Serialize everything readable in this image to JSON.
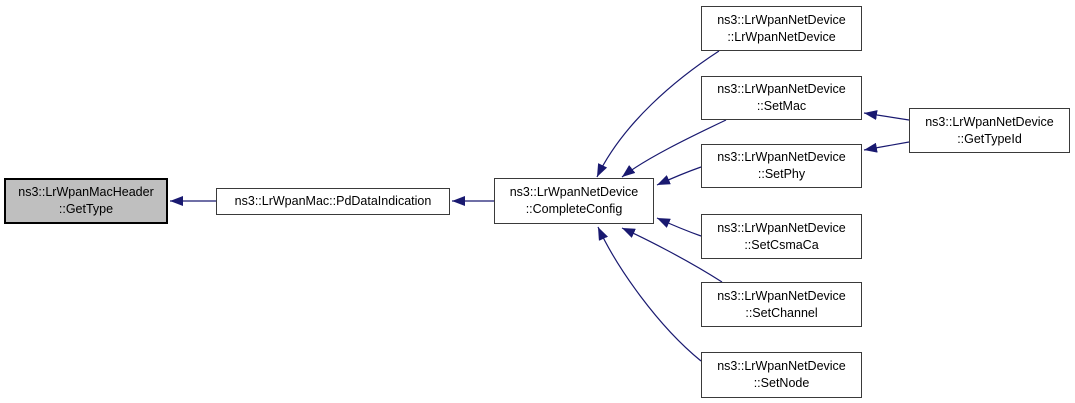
{
  "diagram": {
    "kind": "doxygen-caller-graph",
    "colors": {
      "background": "#ffffff",
      "edge": "#191970",
      "node_fill": "#ffffff",
      "node_border": "#3a3a3a",
      "highlight_fill": "#bfbfbf",
      "highlight_border": "#000000",
      "text": "#000000"
    },
    "nodes": [
      {
        "id": "gettype",
        "lines": [
          "ns3::LrWpanMacHeader",
          "::GetType"
        ],
        "highlighted": true
      },
      {
        "id": "pddataindication",
        "lines": [
          "ns3::LrWpanMac::PdDataIndication"
        ],
        "highlighted": false
      },
      {
        "id": "completeconfig",
        "lines": [
          "ns3::LrWpanNetDevice",
          "::CompleteConfig"
        ],
        "highlighted": false
      },
      {
        "id": "lrwpannetdevice",
        "lines": [
          "ns3::LrWpanNetDevice",
          "::LrWpanNetDevice"
        ],
        "highlighted": false
      },
      {
        "id": "setmac",
        "lines": [
          "ns3::LrWpanNetDevice",
          "::SetMac"
        ],
        "highlighted": false
      },
      {
        "id": "setphy",
        "lines": [
          "ns3::LrWpanNetDevice",
          "::SetPhy"
        ],
        "highlighted": false
      },
      {
        "id": "setcsmaca",
        "lines": [
          "ns3::LrWpanNetDevice",
          "::SetCsmaCa"
        ],
        "highlighted": false
      },
      {
        "id": "setchannel",
        "lines": [
          "ns3::LrWpanNetDevice",
          "::SetChannel"
        ],
        "highlighted": false
      },
      {
        "id": "setnode",
        "lines": [
          "ns3::LrWpanNetDevice",
          "::SetNode"
        ],
        "highlighted": false
      },
      {
        "id": "gettypeid",
        "lines": [
          "ns3::LrWpanNetDevice",
          "::GetTypeId"
        ],
        "highlighted": false
      }
    ],
    "edges": [
      {
        "from": "pddataindication",
        "to": "gettype"
      },
      {
        "from": "completeconfig",
        "to": "pddataindication"
      },
      {
        "from": "lrwpannetdevice",
        "to": "completeconfig"
      },
      {
        "from": "setmac",
        "to": "completeconfig"
      },
      {
        "from": "setphy",
        "to": "completeconfig"
      },
      {
        "from": "setcsmaca",
        "to": "completeconfig"
      },
      {
        "from": "setchannel",
        "to": "completeconfig"
      },
      {
        "from": "setnode",
        "to": "completeconfig"
      },
      {
        "from": "gettypeid",
        "to": "setmac"
      },
      {
        "from": "gettypeid",
        "to": "setphy"
      }
    ]
  }
}
